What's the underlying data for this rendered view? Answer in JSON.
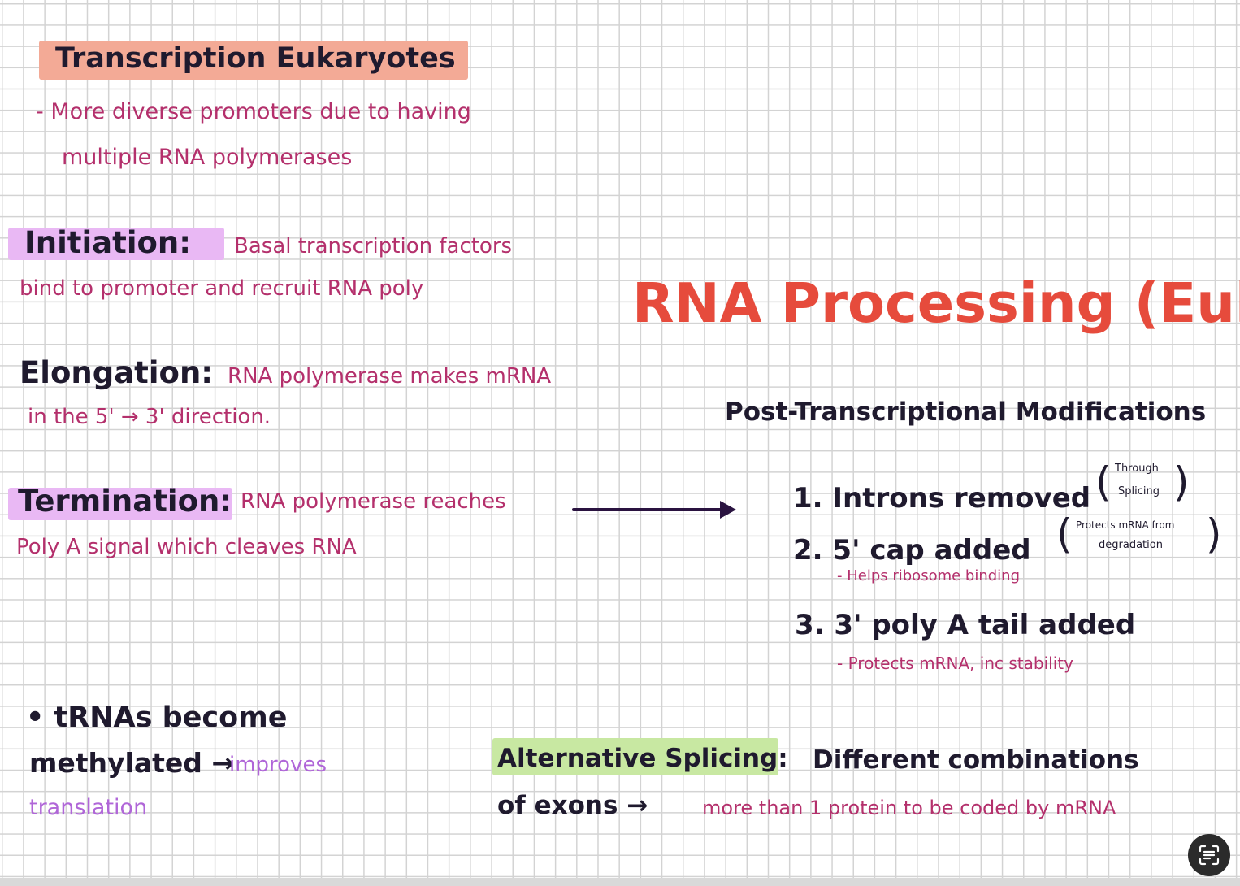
{
  "notes": {
    "title": "Transcription Eukaryotes",
    "intro_line1": "- More diverse promoters due to having",
    "intro_line2": "multiple RNA polymerases",
    "initiation_label": "Initiation:",
    "initiation_text1": "Basal transcription factors",
    "initiation_text2": "bind to promoter and recruit RNA poly",
    "elongation_label": "Elongation:",
    "elongation_text1": "RNA polymerase makes mRNA",
    "elongation_text2": "in the 5' → 3' direction.",
    "termination_label": "Termination:",
    "termination_text1": "RNA polymerase reaches",
    "termination_text2": "Poly A signal which cleaves RNA",
    "trna_line1": "• tRNAs become",
    "trna_line2_black": "methylated →",
    "trna_line2_purple": "improves",
    "trna_line3": "translation",
    "processing_title": "RNA Processing (Euk)",
    "ptm_title": "Post-Transcriptional Modifications",
    "item1": "1. Introns removed",
    "item1_note_l1": "Through",
    "item1_note_l2": "Splicing",
    "item2": "2. 5' cap added",
    "item2_note_l1": "Protects mRNA from",
    "item2_note_l2": "degradation",
    "item2_sub": "- Helps ribosome binding",
    "item3": "3. 3' poly A tail added",
    "item3_sub": "- Protects mRNA, inc stability",
    "alt_label": "Alternative Splicing:",
    "alt_text1": "Different combinations",
    "alt_text2_black": "of exons →",
    "alt_text2_pink": "more than 1 protein to be coded by mRNA"
  },
  "colors": {
    "ink_black": "#1f1a2e",
    "ink_pink": "#b4306c",
    "ink_purple": "#b066d8",
    "ink_red": "#e64b3c",
    "highlight_salmon": "#f3aa96",
    "highlight_lilac": "#e9b8f4",
    "highlight_green": "#c8e8a2"
  },
  "icons": {
    "fab": "text-scan-icon"
  }
}
